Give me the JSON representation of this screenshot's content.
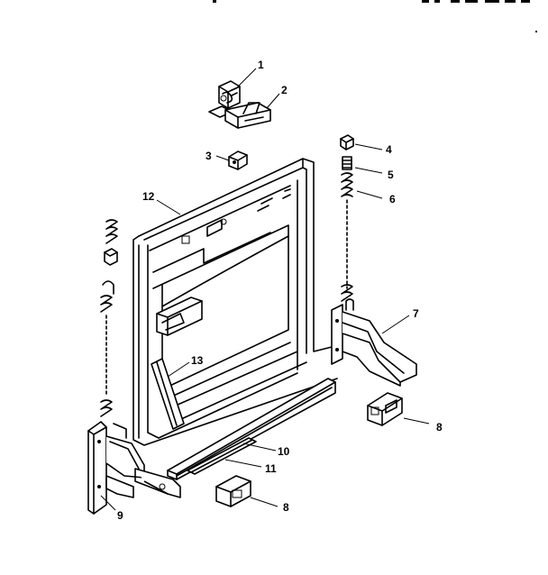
{
  "header_fragment": "",
  "callouts": {
    "c1": "1",
    "c2": "2",
    "c3": "3",
    "c4": "4",
    "c5": "5",
    "c6": "6",
    "c7": "7",
    "c8a": "8",
    "c8b": "8",
    "c9": "9",
    "c10": "10",
    "c11": "11",
    "c12": "12",
    "c13": "13"
  }
}
